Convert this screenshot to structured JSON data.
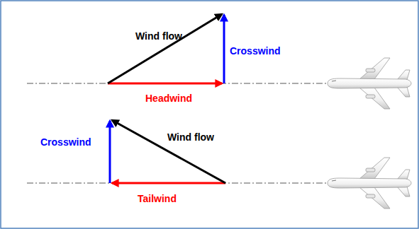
{
  "diagram": {
    "labels": [
      "Wind flow",
      "Crosswind",
      "Headwind",
      "Wind flow",
      "Crosswind",
      "Tailwind"
    ]
  }
}
